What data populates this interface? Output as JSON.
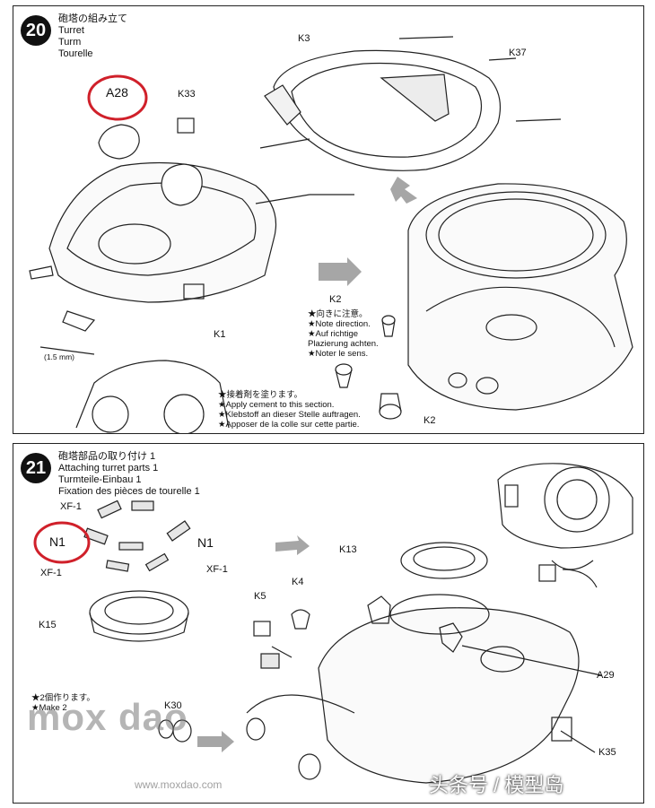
{
  "step20": {
    "number": "20",
    "title_ja": "砲塔の組み立て",
    "title_en": "Turret",
    "title_de": "Turm",
    "title_fr": "Tourelle",
    "labels": {
      "a28": "A28",
      "k33": "K33",
      "k3": "K3",
      "k37": "K37",
      "k1": "K1",
      "k2a": "K2",
      "k2b": "K2"
    },
    "drill_size": "(1.5 mm)",
    "note_direction": [
      "★向きに注意。",
      "★Note direction.",
      "★Auf richtige",
      "Plazierung achten.",
      "★Noter le sens."
    ],
    "note_cement": [
      "★接着剤を塗ります。",
      "★Apply cement to this section.",
      "★Klebstoff an dieser Stelle auftragen.",
      "★Apposer de la colle sur cette partie."
    ]
  },
  "step21": {
    "number": "21",
    "title_ja": "砲塔部品の取り付け 1",
    "title_en": "Attaching turret parts 1",
    "title_de": "Turmteile-Einbau 1",
    "title_fr": "Fixation des pièces de tourelle 1",
    "labels": {
      "xf1a": "XF-1",
      "n1a": "N1",
      "n1b": "N1",
      "xf1b": "XF-1",
      "xf1c": "XF-1",
      "k15": "K15",
      "k13": "K13",
      "k4": "K4",
      "k5": "K5",
      "a29": "A29",
      "k30": "K30",
      "k35": "K35"
    },
    "note_make2": [
      "★2個作ります。",
      "★Make 2"
    ]
  },
  "watermark": {
    "brand": "mox dao",
    "site": "www.moxdao.com",
    "credit": "头条号 / 模型岛"
  },
  "colors": {
    "highlight": "#d0202a",
    "ink": "#222222",
    "arrow": "#9a9a9a"
  }
}
